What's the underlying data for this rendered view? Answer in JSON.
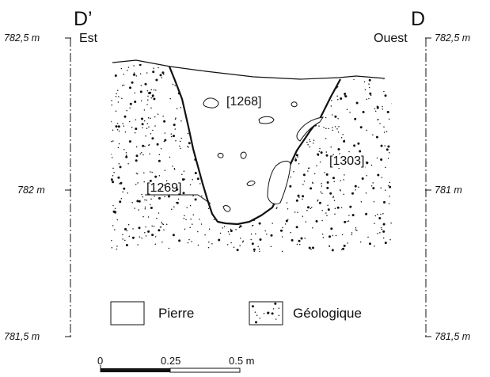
{
  "section": {
    "left_point": "D’",
    "right_point": "D",
    "left_orientation": "Est",
    "right_orientation": "Ouest"
  },
  "left_scale": {
    "top": "782,5 m",
    "middle": "782 m",
    "bottom": "781,5 m"
  },
  "right_scale": {
    "top": "782,5 m",
    "middle": "781 m",
    "bottom": "781,5 m"
  },
  "units": {
    "u1268": "[1268]",
    "u1269": "[1269]",
    "u1303": "[1303]"
  },
  "legend": {
    "stone": "Pierre",
    "geology": "Géologique"
  },
  "scale_bar": {
    "labels": [
      "0",
      "0.25",
      "0.5 m"
    ]
  },
  "colors": {
    "ink": "#111111",
    "background": "#ffffff"
  }
}
